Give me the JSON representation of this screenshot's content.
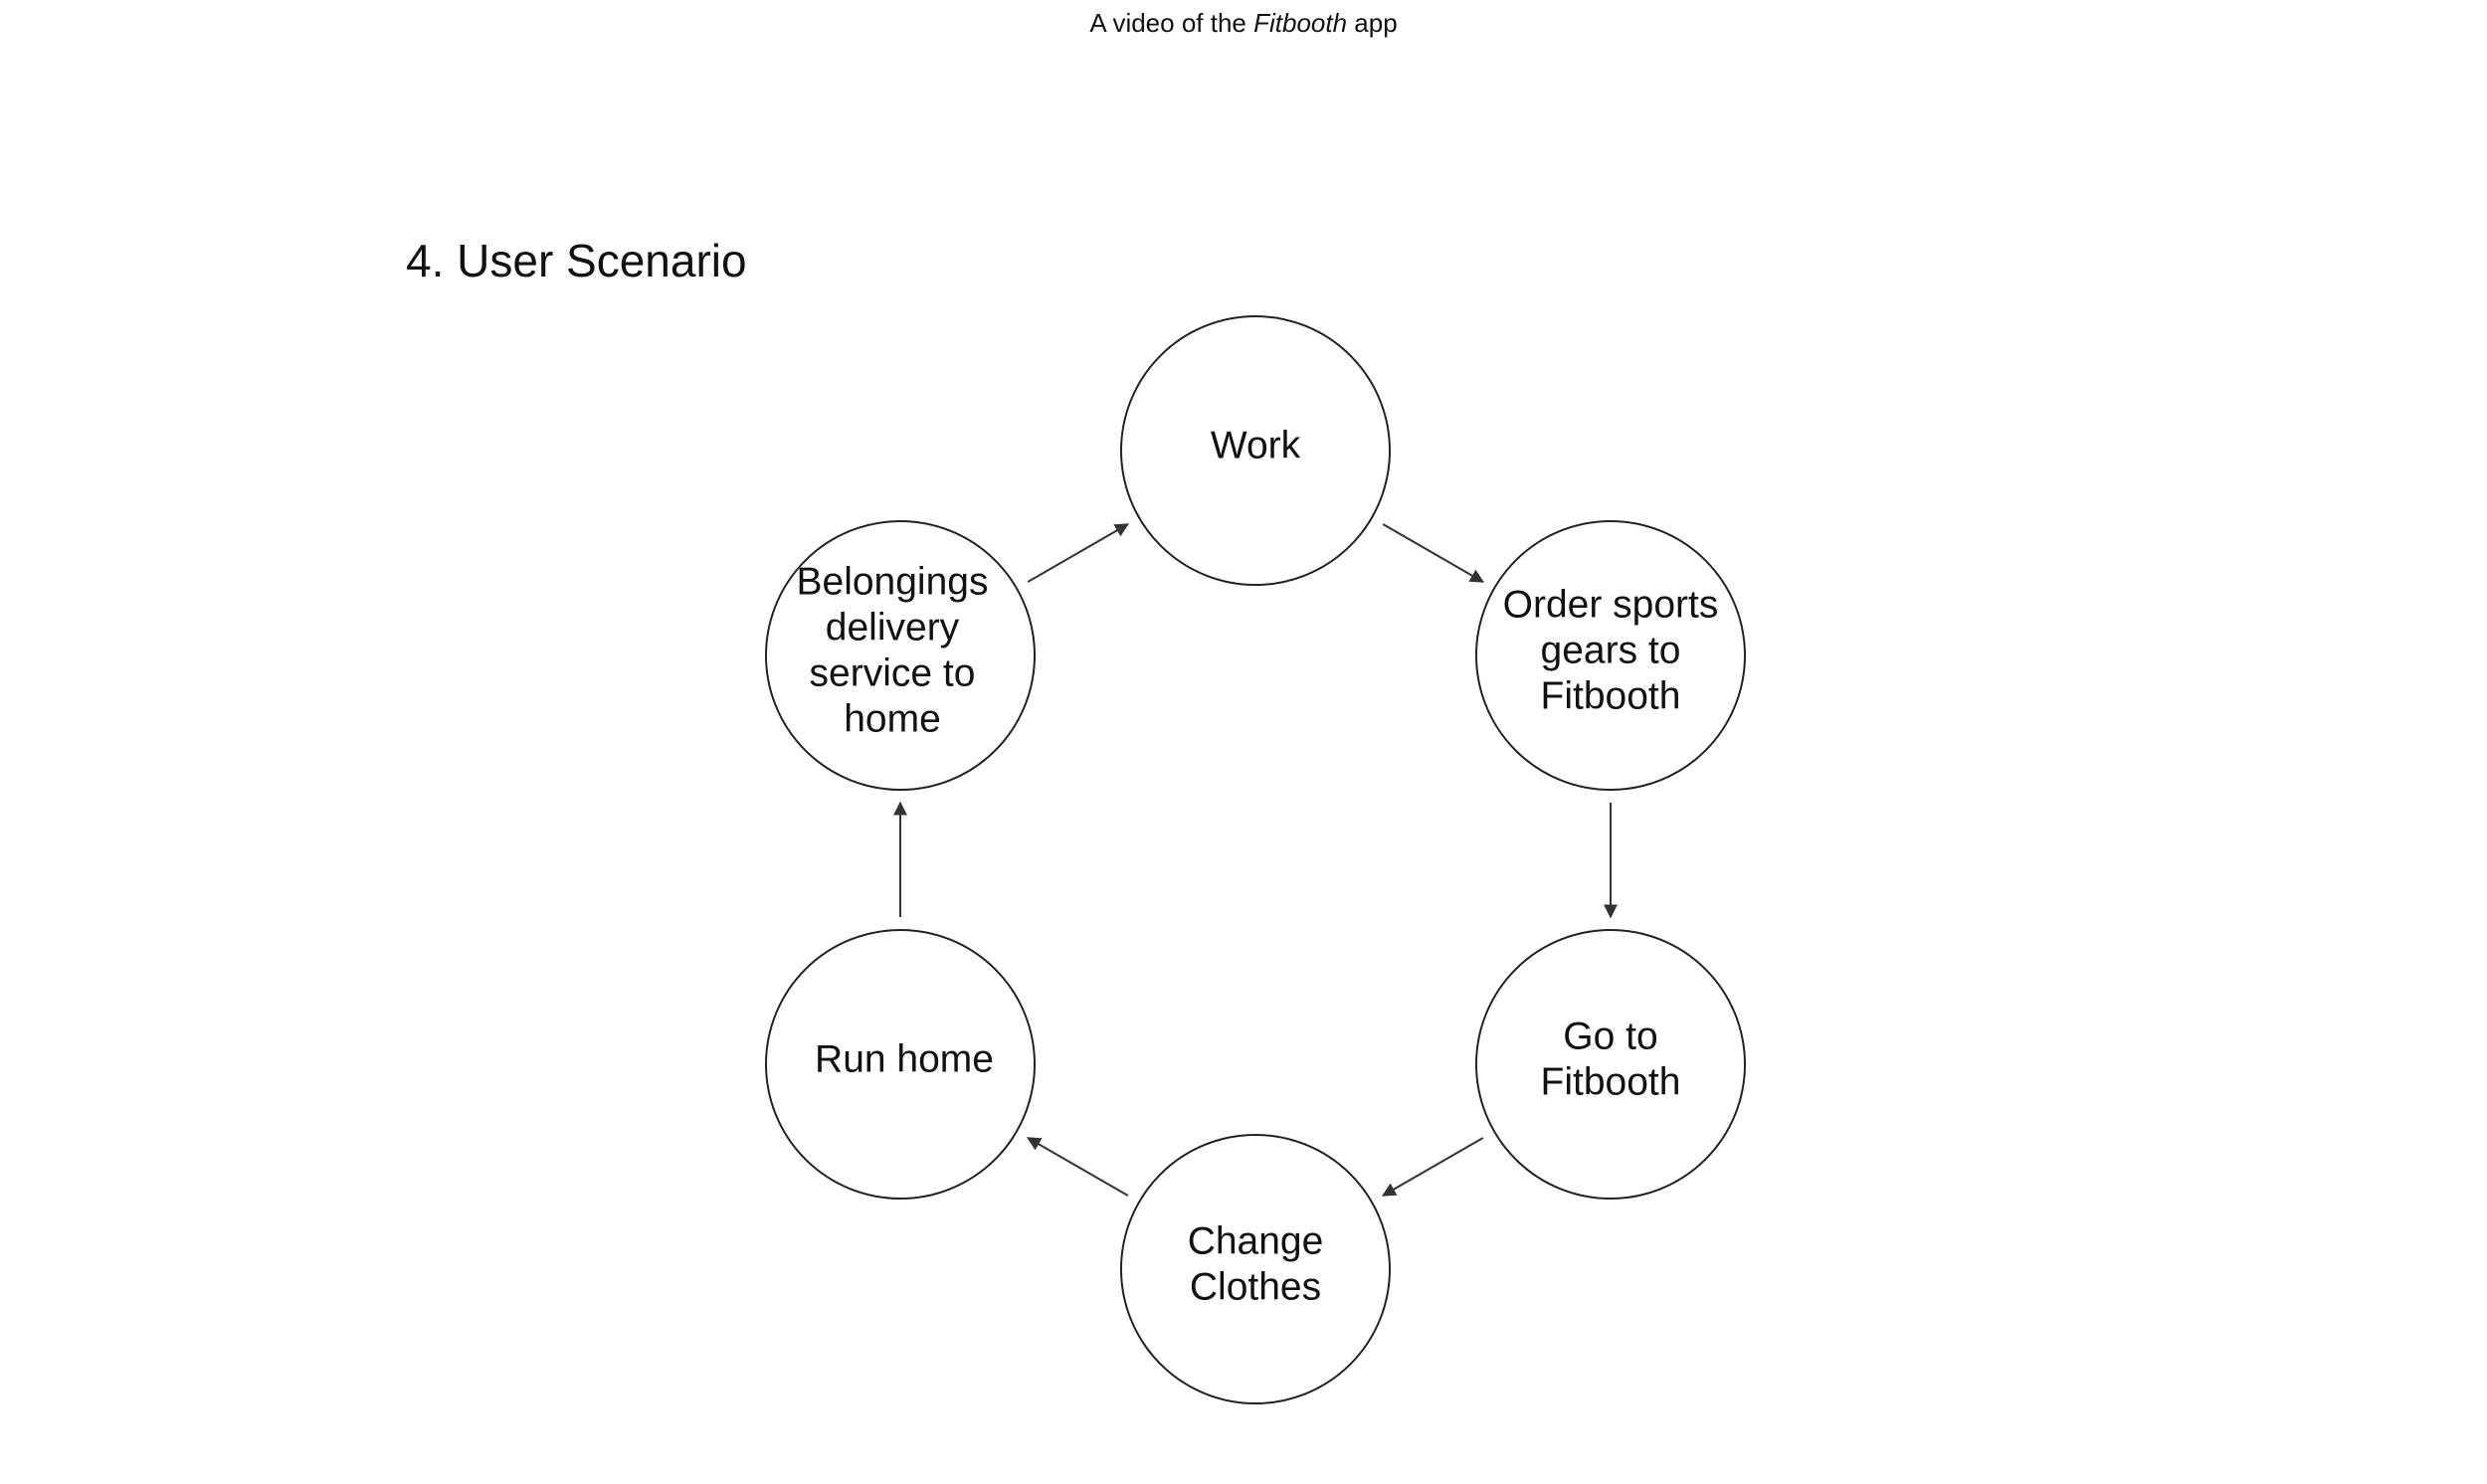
{
  "caption": {
    "prefix": "A video of the ",
    "app_name": "Fitbooth",
    "suffix": " app"
  },
  "section_title": "4. User Scenario",
  "diagram": {
    "nodes": [
      {
        "id": "work",
        "lines": [
          "Work"
        ]
      },
      {
        "id": "order",
        "lines": [
          "Order sports",
          "gears to",
          "Fitbooth"
        ]
      },
      {
        "id": "goto",
        "lines": [
          "Go to",
          "Fitbooth"
        ]
      },
      {
        "id": "change",
        "lines": [
          "Change",
          "Clothes"
        ]
      },
      {
        "id": "run",
        "lines": [
          "Run home"
        ]
      },
      {
        "id": "belongings",
        "lines": [
          "Belongings",
          "delivery",
          "service to",
          "home"
        ]
      }
    ],
    "edges": [
      {
        "from": "work",
        "to": "order"
      },
      {
        "from": "order",
        "to": "goto"
      },
      {
        "from": "goto",
        "to": "change"
      },
      {
        "from": "change",
        "to": "run"
      },
      {
        "from": "run",
        "to": "belongings"
      },
      {
        "from": "belongings",
        "to": "work"
      }
    ],
    "colors": {
      "stroke": "#222222",
      "arrow": "#333333",
      "text": "#111111"
    }
  }
}
